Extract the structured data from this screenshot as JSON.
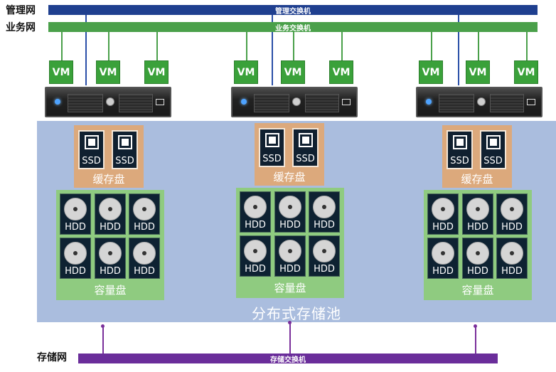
{
  "networks": {
    "management_label": "管理网",
    "business_label": "业务网",
    "storage_label": "存储网"
  },
  "switches": {
    "management": "管理交换机",
    "business": "业务交换机",
    "storage": "存储交换机"
  },
  "vm_label": "VM",
  "ssd_label": "SSD",
  "hdd_label": "HDD",
  "cache_label": "缓存盘",
  "capacity_label": "容量盘",
  "pool_label": "分布式存储池",
  "colors": {
    "management_switch": "#1f3f8f",
    "business_switch": "#4aa04a",
    "storage_switch": "#6a2d9a",
    "pool": "#aabdde",
    "cache": "#dca97c",
    "capacity": "#8fcb80",
    "vm": "#3aa13a"
  }
}
